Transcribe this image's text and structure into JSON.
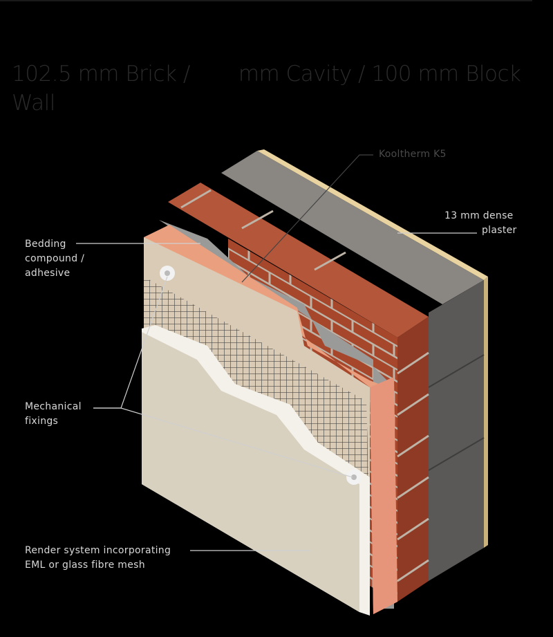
{
  "title": {
    "part1": "102.5 mm Brick  /",
    "part2": "mm Cavity / 100 mm Block",
    "part3": "Wall"
  },
  "labels": {
    "kooltherm": "Kooltherm   K5",
    "plaster_1": "13 mm dense",
    "plaster_2": "plaster",
    "bedding_1": "Bedding",
    "bedding_2": "compound /",
    "bedding_3": "adhesive",
    "fixings_1": "Mechanical",
    "fixings_2": "fixings",
    "render_1": "Render system incorporating",
    "render_2": "EML or glass fibre mesh"
  }
}
